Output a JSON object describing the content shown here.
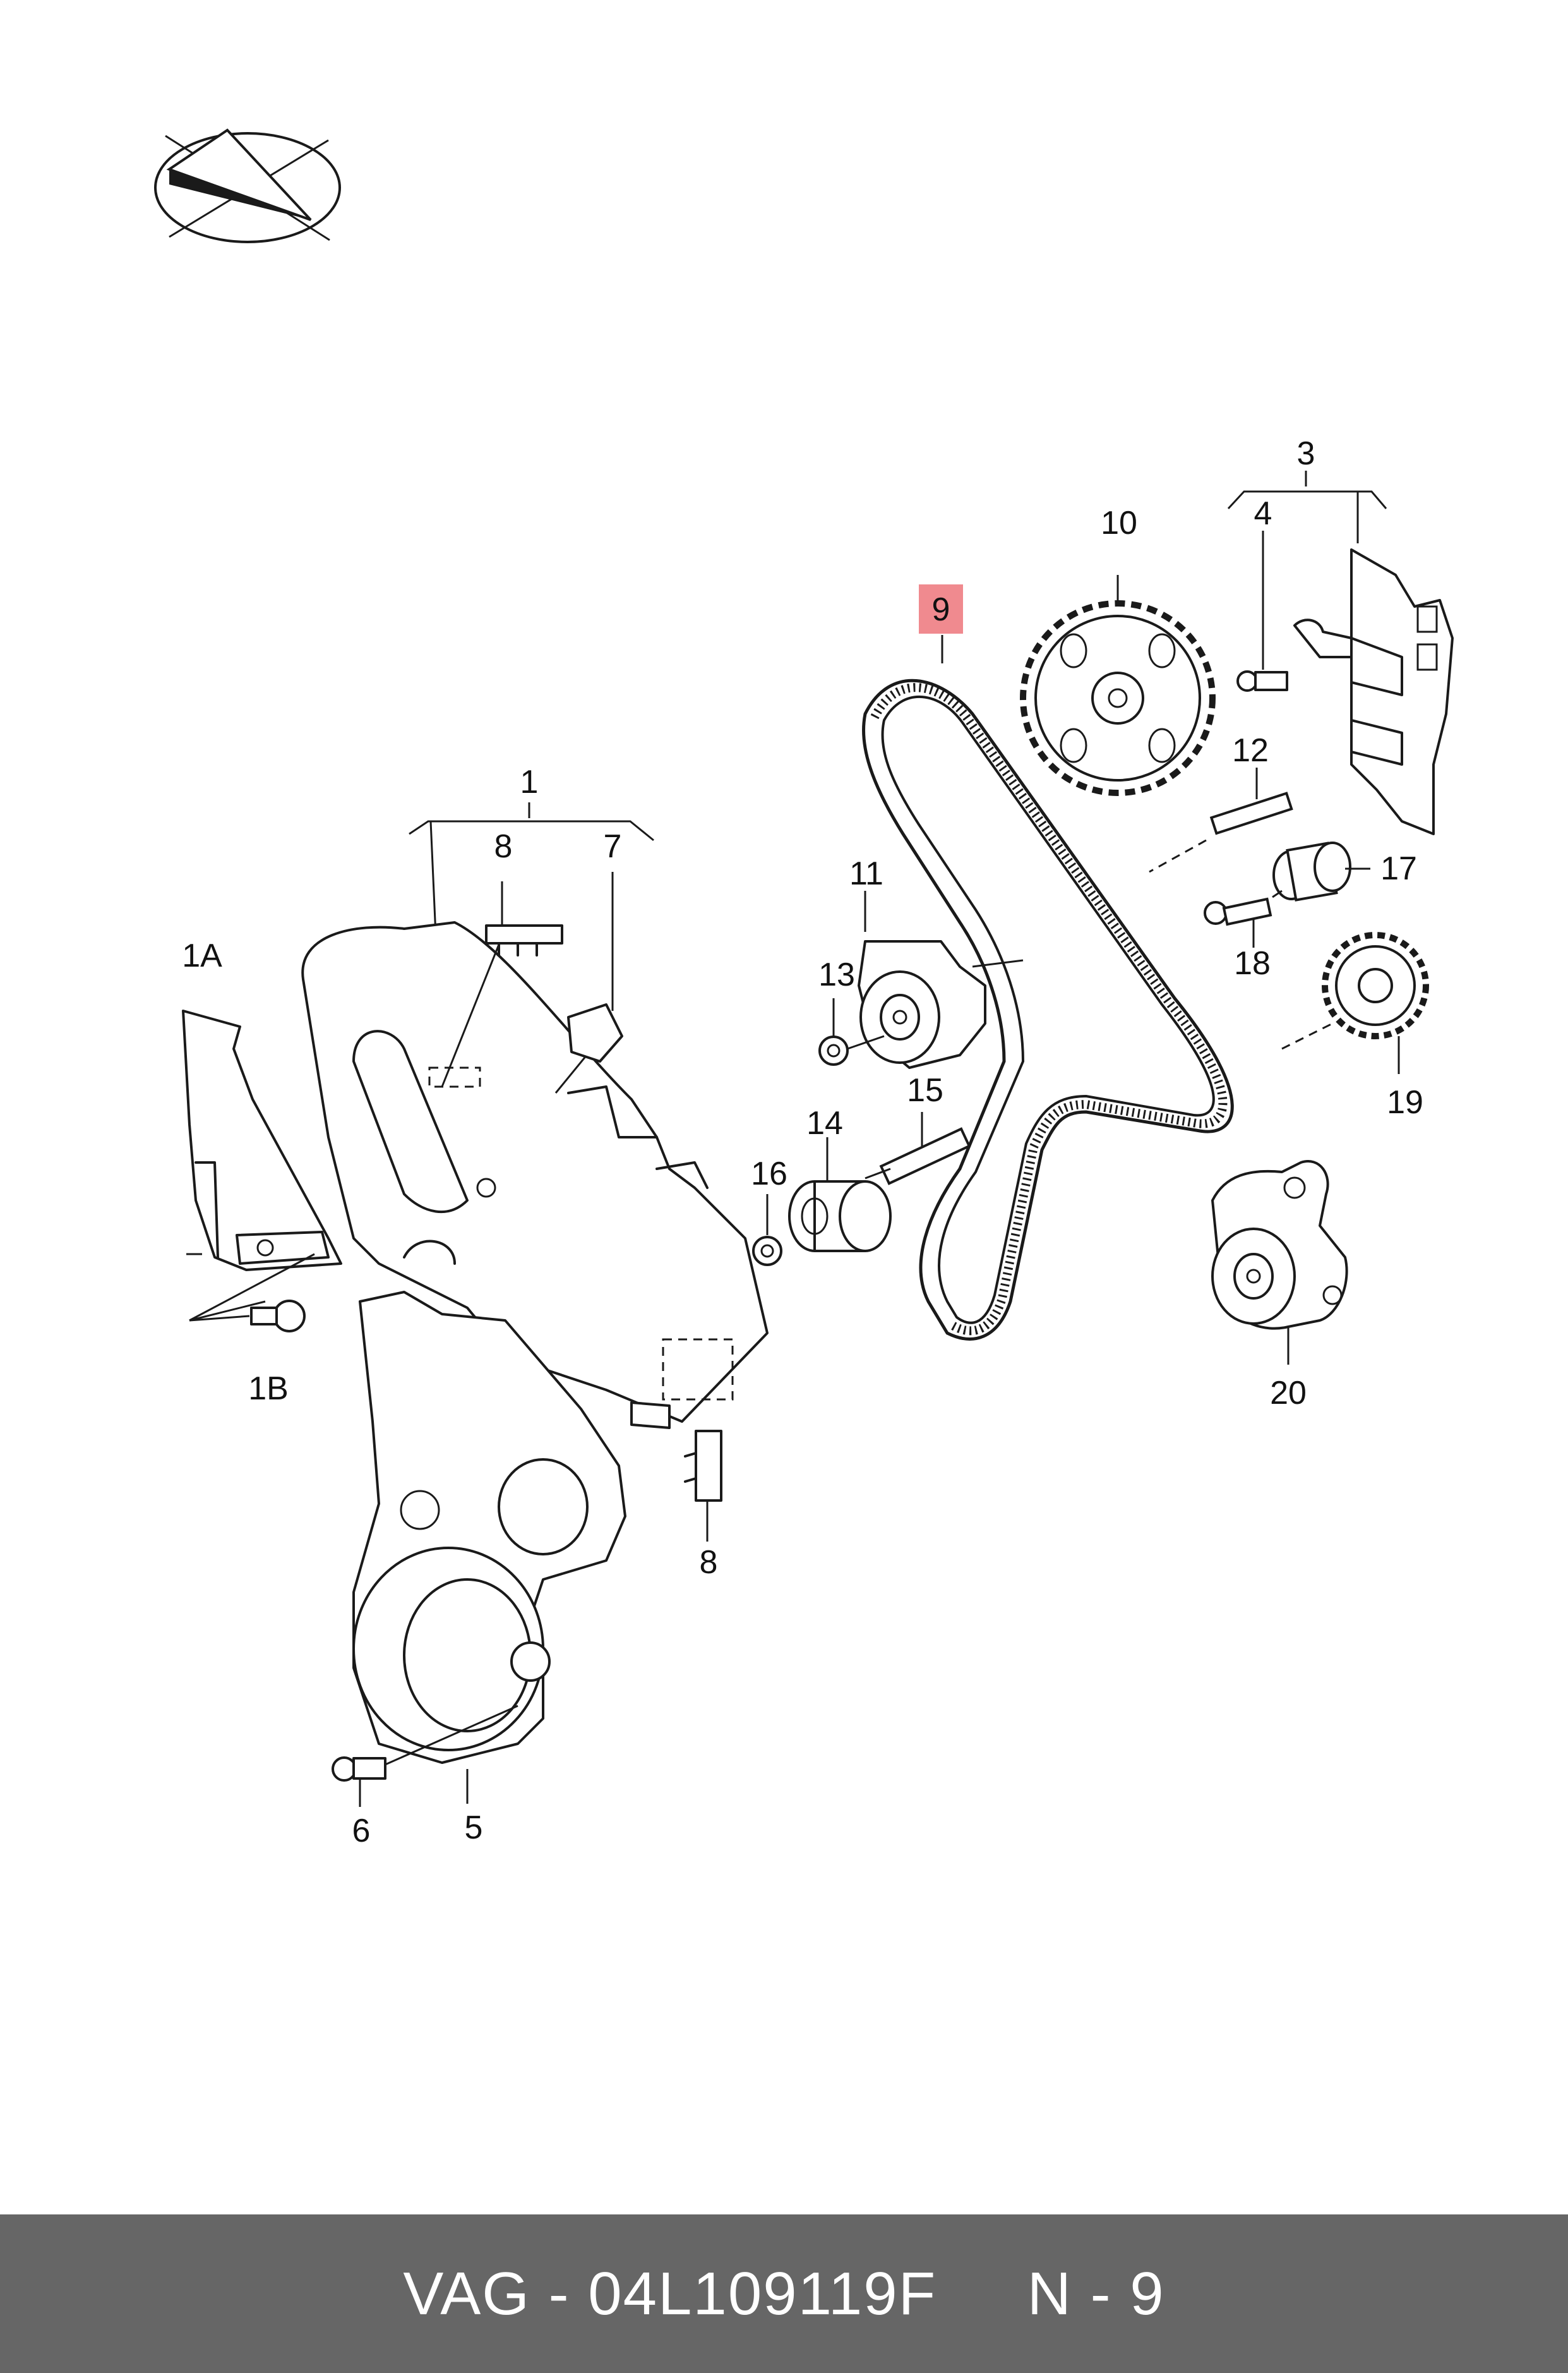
{
  "diagram": {
    "highlight_color": "#f08a8f",
    "callouts": [
      {
        "id": "1",
        "label": "1"
      },
      {
        "id": "1A",
        "label": "1A"
      },
      {
        "id": "1B",
        "label": "1B"
      },
      {
        "id": "3",
        "label": "3"
      },
      {
        "id": "4",
        "label": "4"
      },
      {
        "id": "5",
        "label": "5"
      },
      {
        "id": "6",
        "label": "6"
      },
      {
        "id": "7",
        "label": "7"
      },
      {
        "id": "8a",
        "label": "8"
      },
      {
        "id": "8b",
        "label": "8"
      },
      {
        "id": "9",
        "label": "9",
        "highlighted": true
      },
      {
        "id": "10",
        "label": "10"
      },
      {
        "id": "11",
        "label": "11"
      },
      {
        "id": "12",
        "label": "12"
      },
      {
        "id": "13",
        "label": "13"
      },
      {
        "id": "14",
        "label": "14"
      },
      {
        "id": "15",
        "label": "15"
      },
      {
        "id": "16",
        "label": "16"
      },
      {
        "id": "17",
        "label": "17"
      },
      {
        "id": "18",
        "label": "18"
      },
      {
        "id": "19",
        "label": "19"
      },
      {
        "id": "20",
        "label": "20"
      }
    ]
  },
  "footer": {
    "background": "#666666",
    "text": "VAG - 04L109119F     N - 9"
  }
}
